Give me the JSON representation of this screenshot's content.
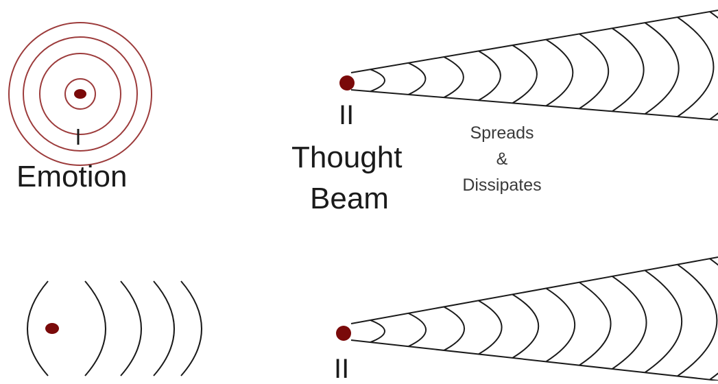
{
  "colors": {
    "source_dot": "#7a0a0a",
    "emotion_rings": "#9c3b3b",
    "wave_lines": "#1a1a1a",
    "background": "#ffffff"
  },
  "panel_top_left": {
    "numeral": "I",
    "label": "Emotion",
    "ring_count": 4
  },
  "panel_top_right": {
    "numeral": "II",
    "label_line1": "Thought",
    "label_line2": "Beam",
    "note_line1": "Spreads",
    "note_line2": "&",
    "note_line3": "Dissipates",
    "wavefront_count": 11
  },
  "panel_bottom_left": {
    "wavefront_count": 5
  },
  "panel_bottom_right": {
    "numeral": "II",
    "wavefront_count": 11
  }
}
